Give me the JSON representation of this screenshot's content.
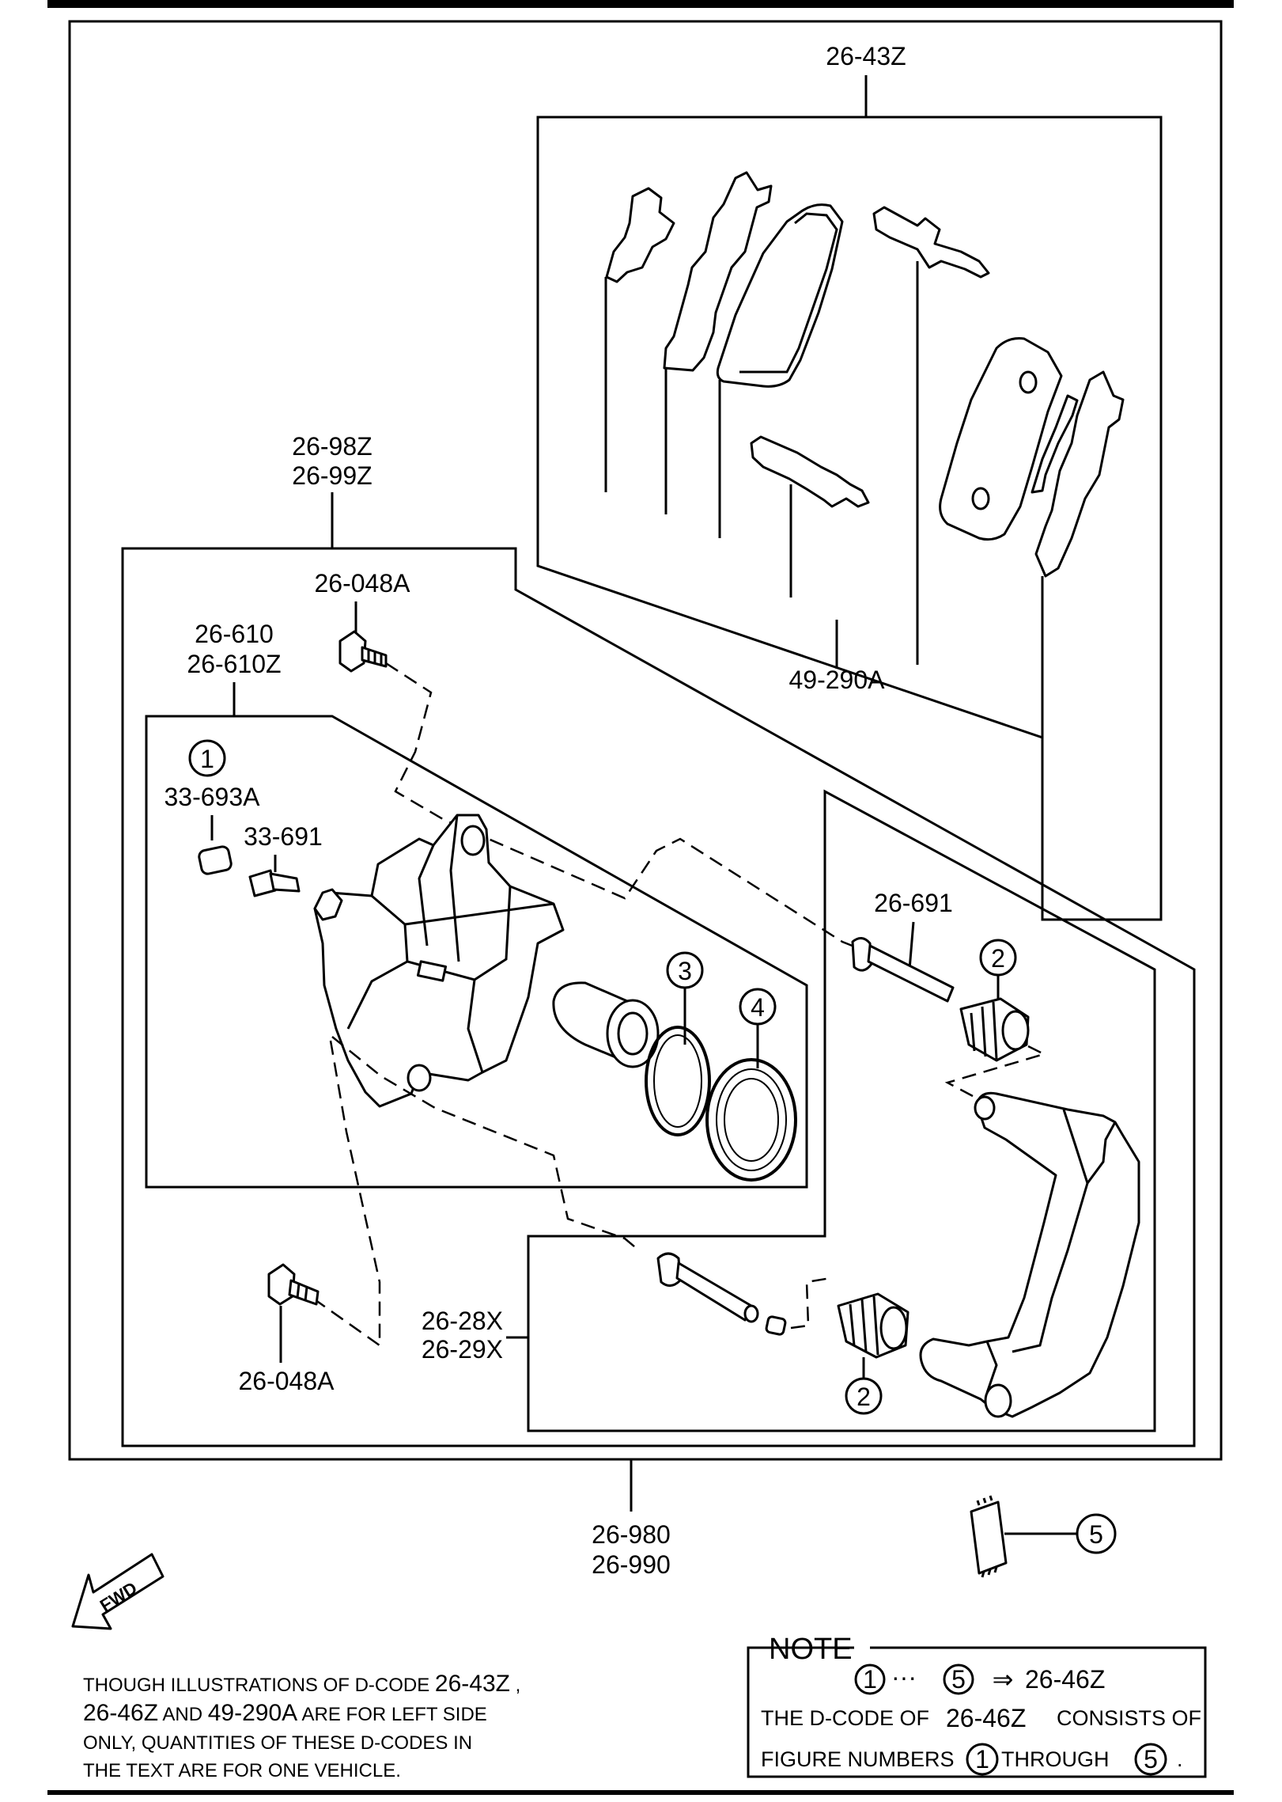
{
  "labels": {
    "pad_kit": "26-43Z",
    "caliper_assy_l1": "26-98Z",
    "caliper_assy_l2": "26-99Z",
    "bolt_upper": "26-048A",
    "caliper_l1": "26-610",
    "caliper_l2": "26-610Z",
    "cap": "33-693A",
    "bleeder": "33-691",
    "guide_pin": "26-691",
    "bolt_lower": "26-048A",
    "bracket_l1": "26-28X",
    "bracket_l2": "26-29X",
    "shim": "49-290A",
    "assembly_l1": "26-980",
    "assembly_l2": "26-990"
  },
  "figure_numbers": {
    "one": "1",
    "two_upper": "2",
    "two_lower": "2",
    "three": "3",
    "four": "4",
    "five": "5"
  },
  "fwd_label": "FWD",
  "caption": {
    "line1_a": "THOUGH ILLUSTRATIONS OF D-CODE ",
    "line1_b": "26-43Z",
    "line1_c": " ,",
    "line2_a": "26-46Z",
    "line2_b": " AND ",
    "line2_c": "49-290A",
    "line2_d": " ARE FOR LEFT SIDE",
    "line3": "ONLY, QUANTITIES OF THESE D-CODES IN",
    "line4": "THE TEXT ARE FOR ONE VEHICLE."
  },
  "note": {
    "title": "NOTE",
    "range_start": "1",
    "range_dots": "···",
    "range_end": "5",
    "arrow": "⇒",
    "range_code": "26-46Z",
    "line2_a": "THE D-CODE OF",
    "line2_code": "26-46Z",
    "line2_b": "CONSISTS OF",
    "line3_a": "FIGURE NUMBERS",
    "line3_n1": "1",
    "line3_b": "THROUGH",
    "line3_n2": "5",
    "line3_end": "."
  }
}
